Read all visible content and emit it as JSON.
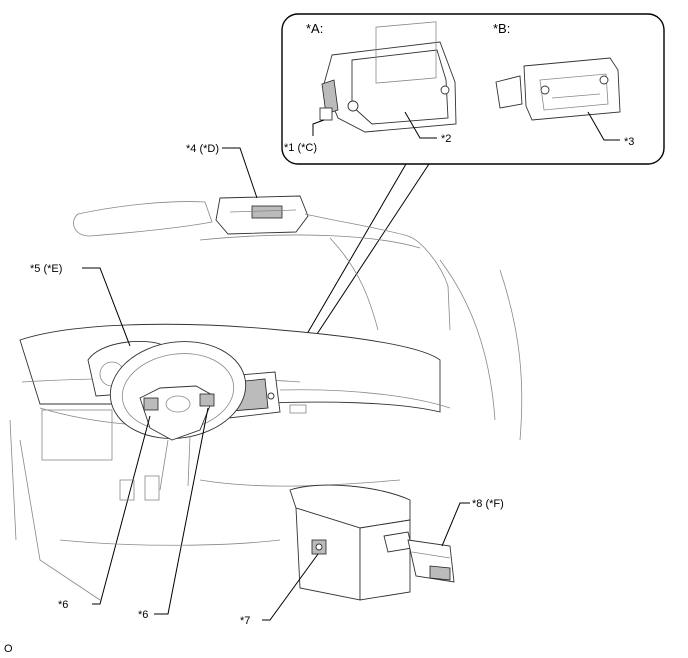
{
  "inset": {
    "label_a": "*A:",
    "label_b": "*B:"
  },
  "callouts": {
    "c1": "*1 (*C)",
    "c2": "*2",
    "c3": "*3",
    "c4": "*4 (*D)",
    "c5": "*5 (*E)",
    "c6a": "*6",
    "c6b": "*6",
    "c7": "*7",
    "c8": "*8 (*F)"
  },
  "footer": {
    "code": "O"
  }
}
